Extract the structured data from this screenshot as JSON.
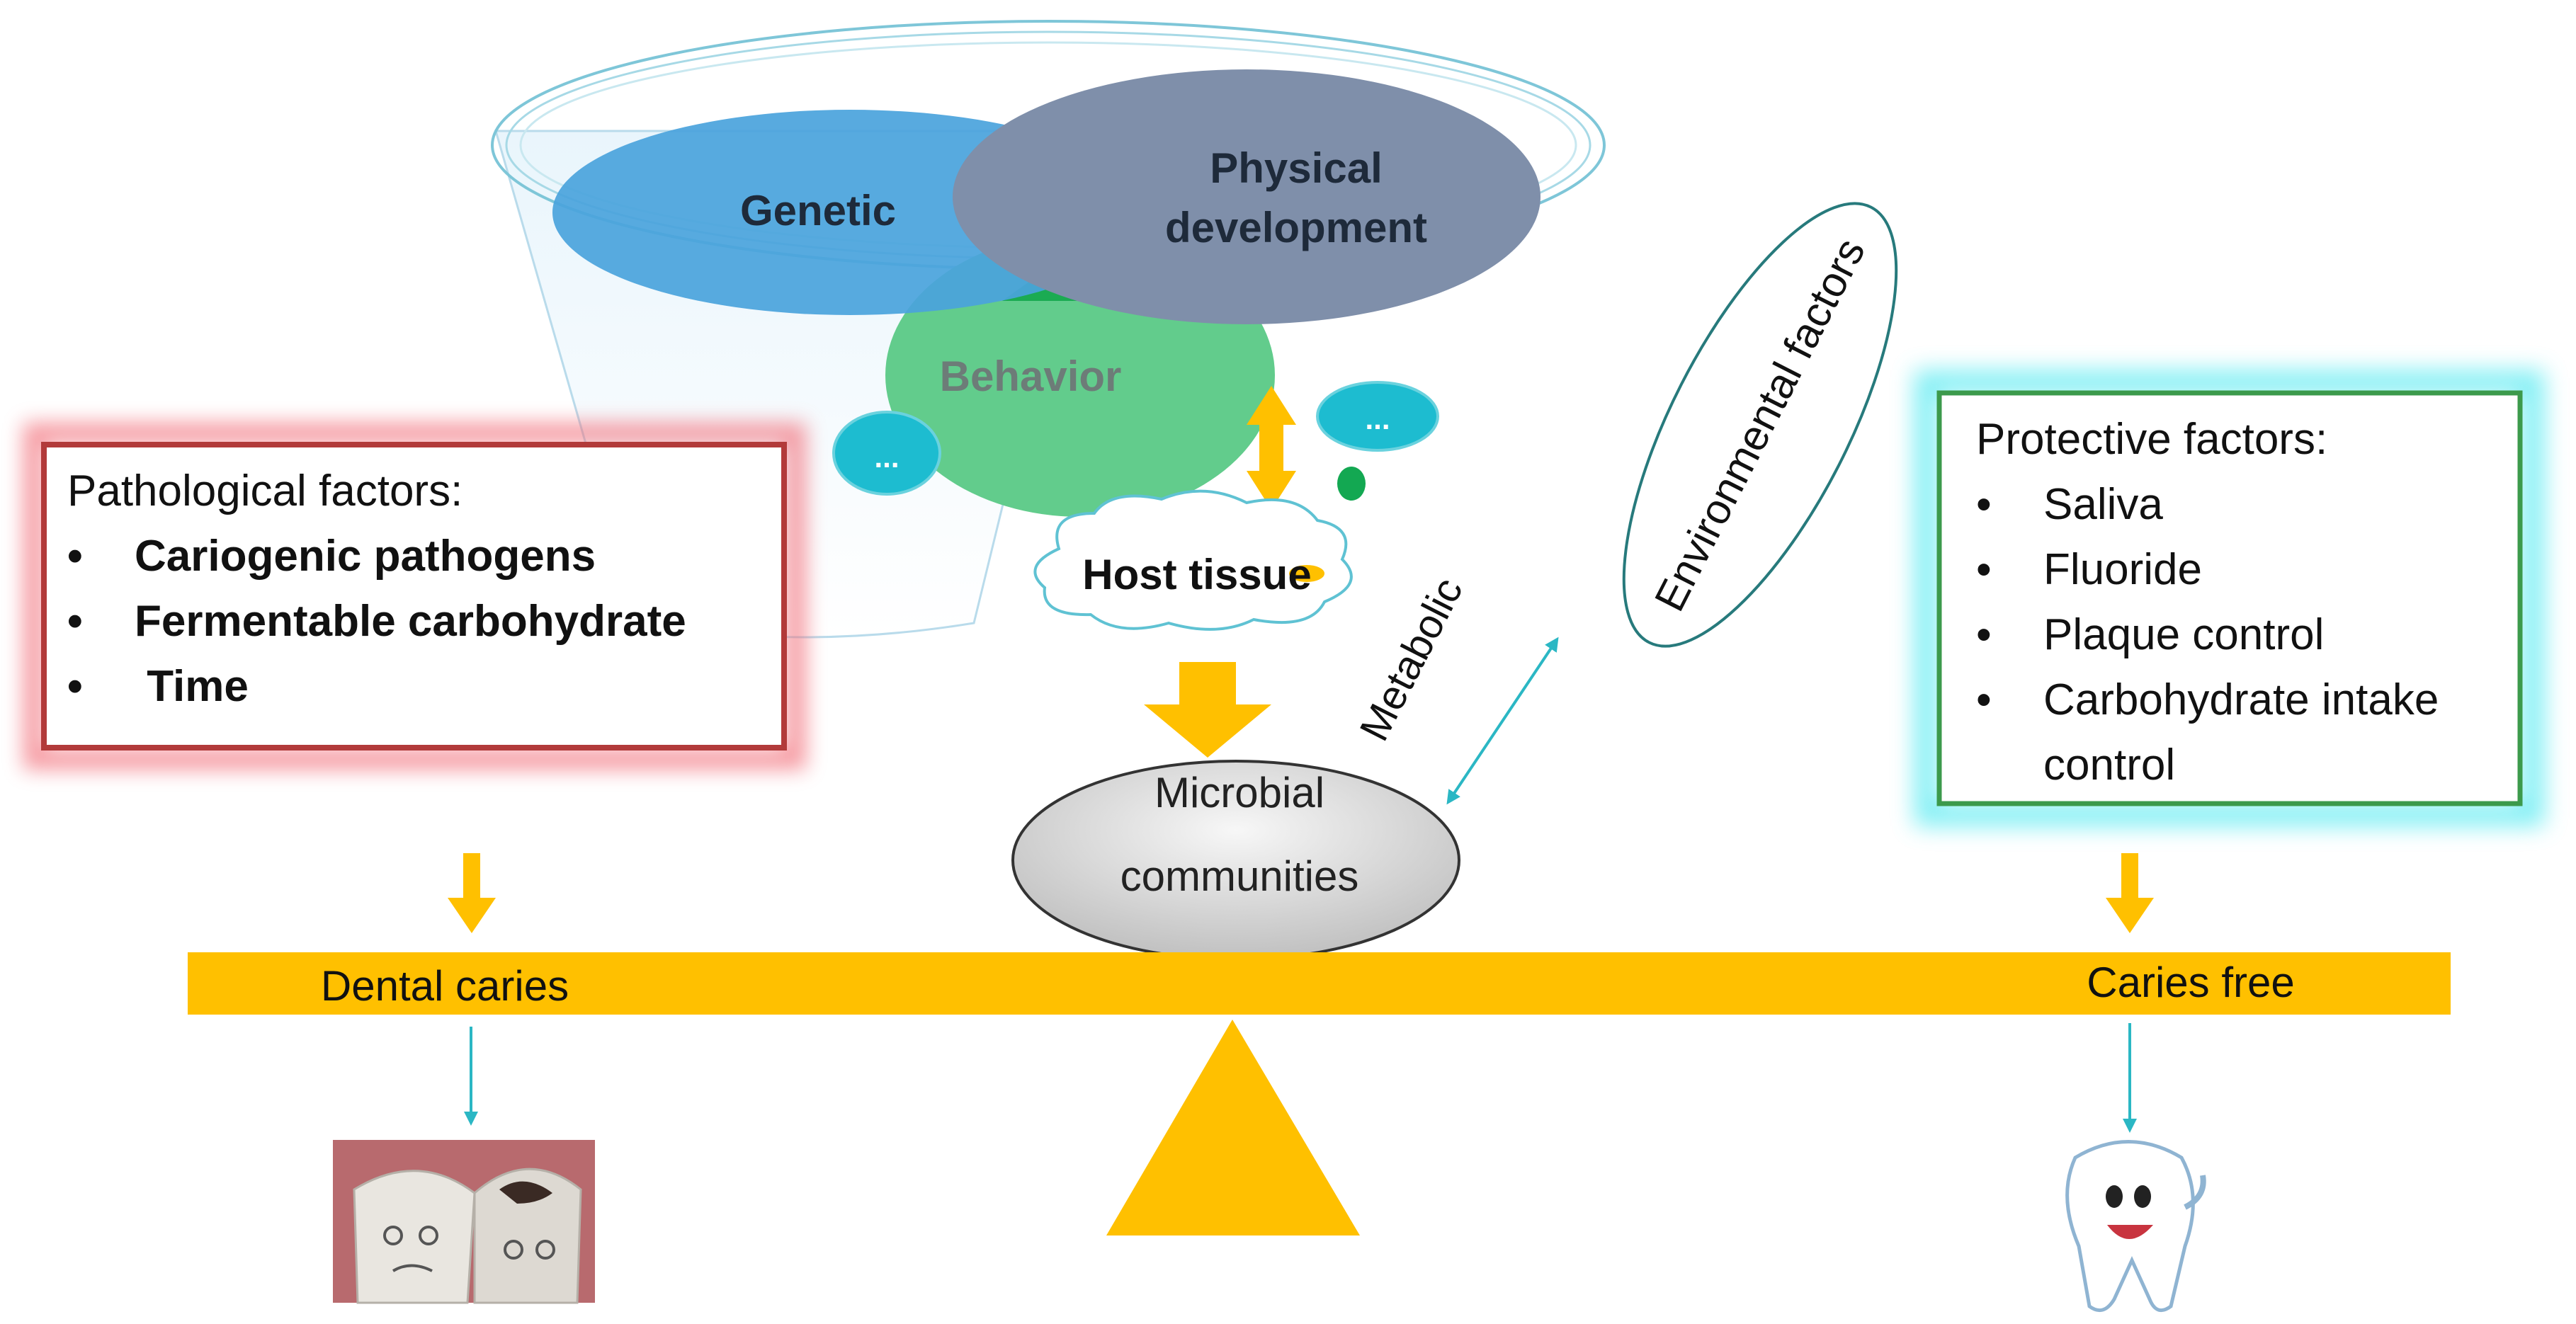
{
  "funnel": {
    "genetic": "Genetic",
    "physical_line1": "Physical",
    "physical_line2": "development",
    "behavior": "Behavior",
    "ellipsis_left": "...",
    "ellipsis_right": "...",
    "host_tissue": "Host tissue"
  },
  "environmental_label": "Environmental factors",
  "metabolic_label": "Metabolic",
  "microbial": {
    "line1": "Microbial",
    "line2": "communities"
  },
  "pathological": {
    "title": "Pathological factors:",
    "bullet": "•",
    "items": [
      "Cariogenic pathogens",
      "Fermentable carbohydrate",
      " Time"
    ]
  },
  "protective": {
    "title": "Protective factors:",
    "bullet": "•",
    "items": [
      "Saliva",
      "Fluoride",
      "Plaque control",
      "Carbohydrate intake",
      "control"
    ]
  },
  "balance": {
    "left_label": "Dental caries",
    "right_label": "Caries free"
  },
  "colors": {
    "genetic": "#4aa3dc",
    "physical": "#7f8faa",
    "behavior": "#62cc8c",
    "accent_arrow": "#ffc000",
    "teal": "#2bb7c4",
    "red_box": "#b23a3a",
    "green_box": "#3c9a4c"
  },
  "icons": [
    "decayed-teeth-image",
    "happy-tooth-image"
  ]
}
